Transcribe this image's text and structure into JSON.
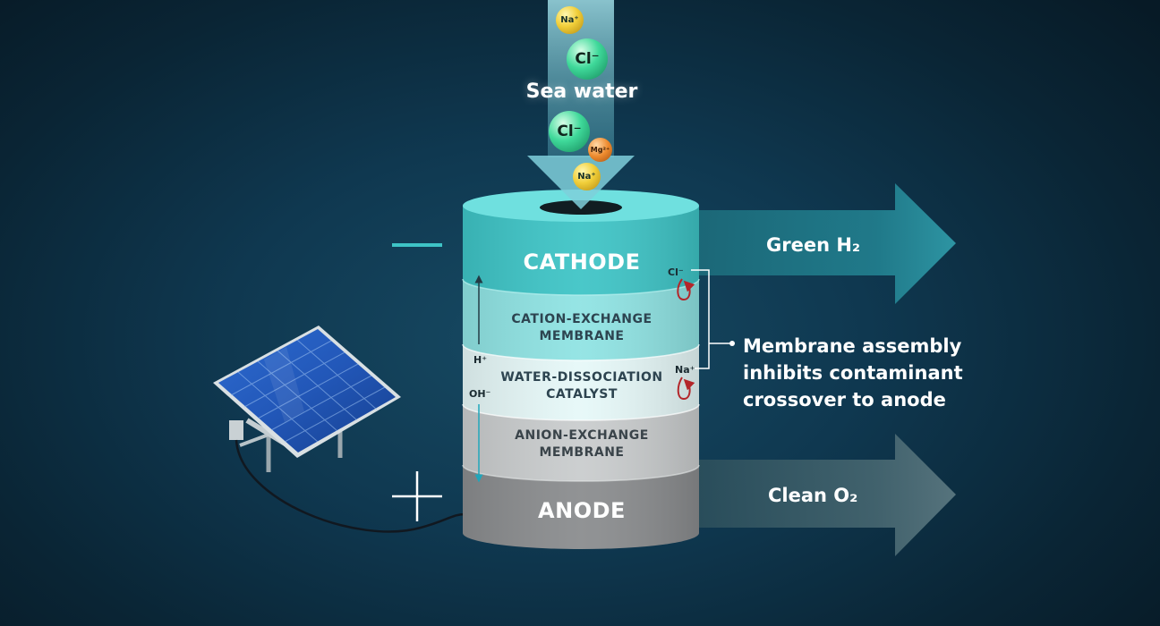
{
  "title": "",
  "inflow": {
    "label": "Sea water",
    "ions": [
      "Na⁺",
      "Cl⁻",
      "Cl⁻",
      "Mg²⁺",
      "Na⁺"
    ]
  },
  "electrodes": {
    "negative_symbol": "−",
    "positive_symbol": "+"
  },
  "layers": [
    {
      "id": "cathode",
      "label": "CATHODE",
      "color": "#3ec4c6"
    },
    {
      "id": "cation_exchange_membrane",
      "label_line1": "CATION-EXCHANGE",
      "label_line2": "MEMBRANE",
      "color": "#8fe3e3"
    },
    {
      "id": "water_dissociation_catalyst",
      "label_line1": "WATER-DISSOCIATION",
      "label_line2": "CATALYST",
      "color": "#e4f8f8"
    },
    {
      "id": "anion_exchange_membrane",
      "label_line1": "ANION-EXCHANGE",
      "label_line2": "MEMBRANE",
      "color": "#c9cccd"
    },
    {
      "id": "anode",
      "label": "ANODE",
      "color": "#8a8c8e"
    }
  ],
  "internal_ions": {
    "h_plus": "H⁺",
    "oh_minus": "OH⁻",
    "cl_minus": "Cl⁻",
    "na_plus": "Na⁺"
  },
  "outputs": {
    "hydrogen": "Green H₂",
    "oxygen": "Clean O₂"
  },
  "note": {
    "line1": "Membrane assembly",
    "line2": "inhibits contaminant",
    "line3": "crossover to anode"
  },
  "colors": {
    "background": "#0f3850",
    "accent_teal": "#3ec4c6",
    "arrow_red": "#b3262a"
  }
}
